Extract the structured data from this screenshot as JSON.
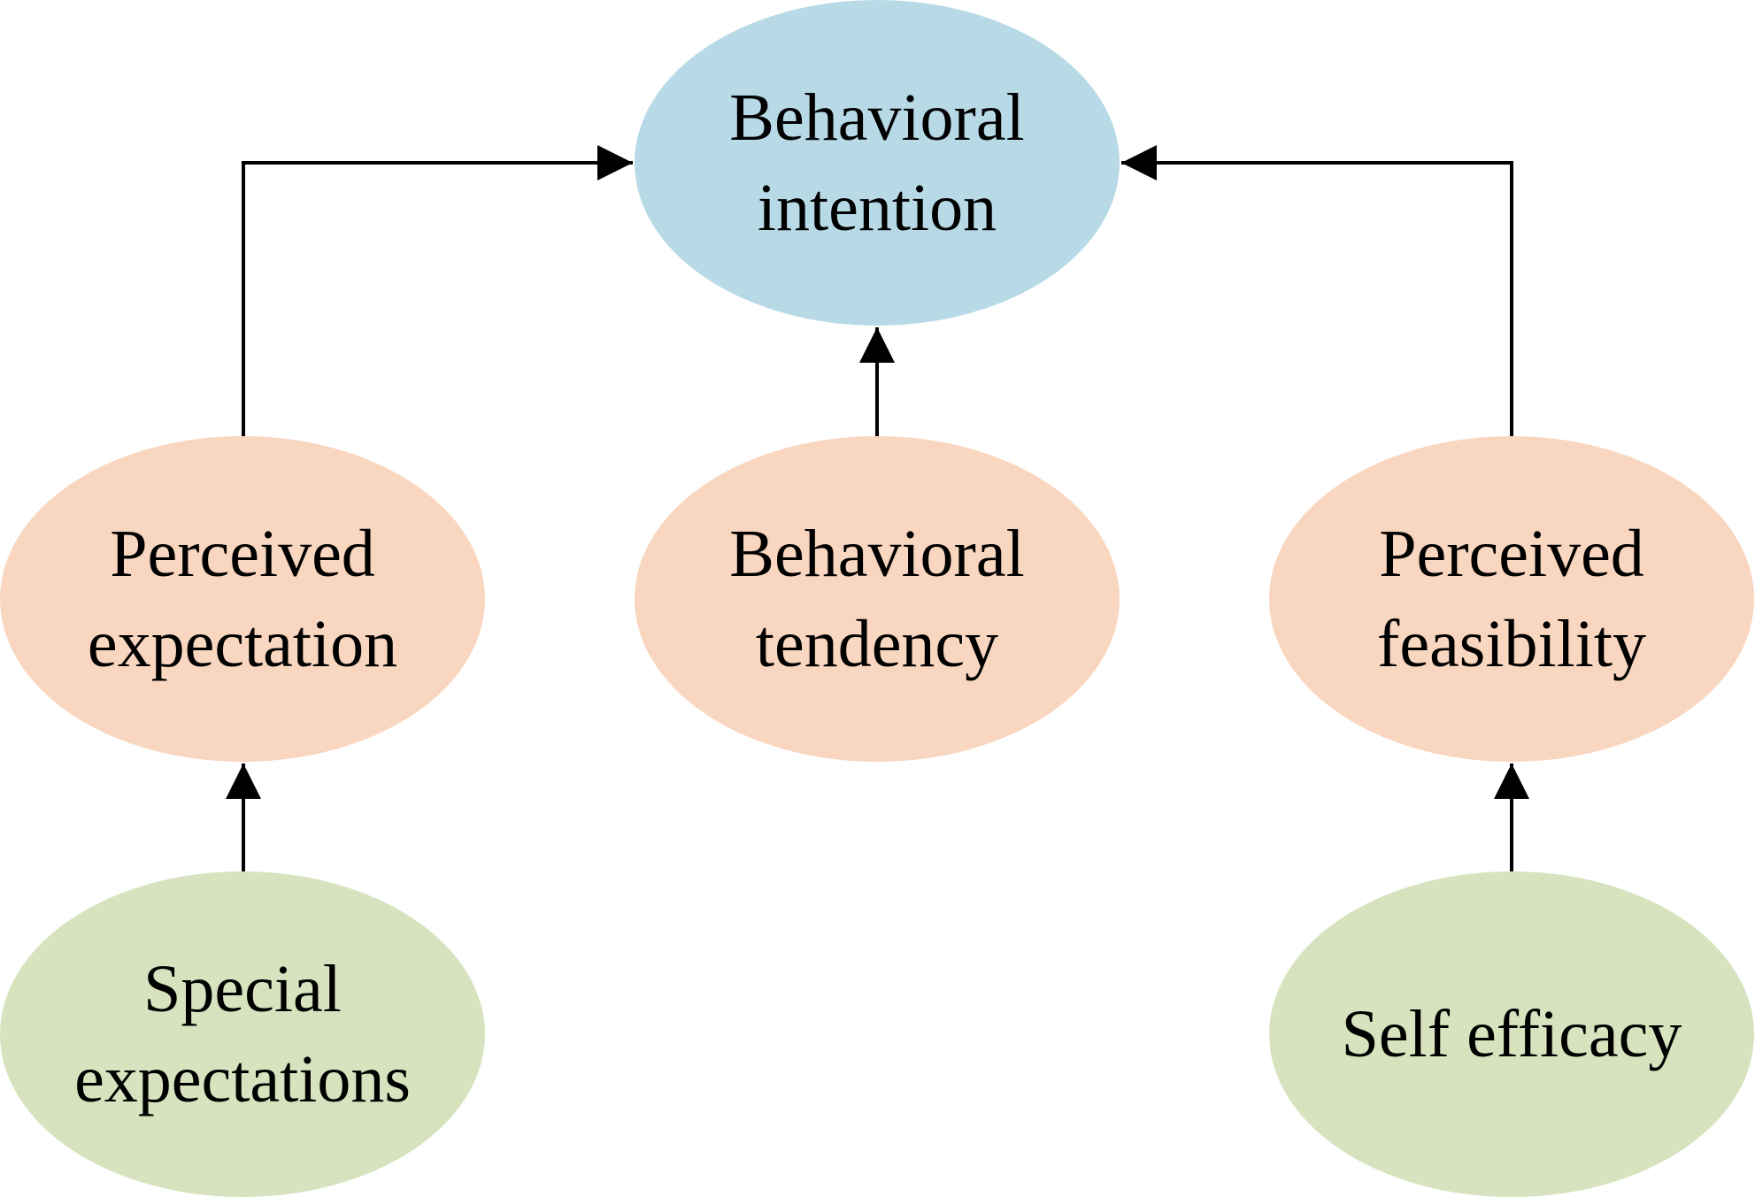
{
  "colors": {
    "top": "#b7dae6",
    "middle": "#f9d6bf",
    "bottom": "#d6e3be",
    "edge": "#000000"
  },
  "nodes": {
    "behavioral_intention": {
      "lines": [
        "Behavioral",
        "intention"
      ]
    },
    "perceived_expectation": {
      "lines": [
        "Perceived",
        "expectation"
      ]
    },
    "behavioral_tendency": {
      "lines": [
        "Behavioral",
        "tendency"
      ]
    },
    "perceived_feasibility": {
      "lines": [
        "Perceived",
        "feasibility"
      ]
    },
    "special_expectations": {
      "lines": [
        "Special",
        "expectations"
      ]
    },
    "self_efficacy": {
      "lines": [
        "Self efficacy"
      ]
    }
  },
  "edges": [
    {
      "from": "perceived_expectation",
      "to": "behavioral_intention"
    },
    {
      "from": "behavioral_tendency",
      "to": "behavioral_intention"
    },
    {
      "from": "perceived_feasibility",
      "to": "behavioral_intention"
    },
    {
      "from": "special_expectations",
      "to": "perceived_expectation"
    },
    {
      "from": "self_efficacy",
      "to": "perceived_feasibility"
    }
  ]
}
